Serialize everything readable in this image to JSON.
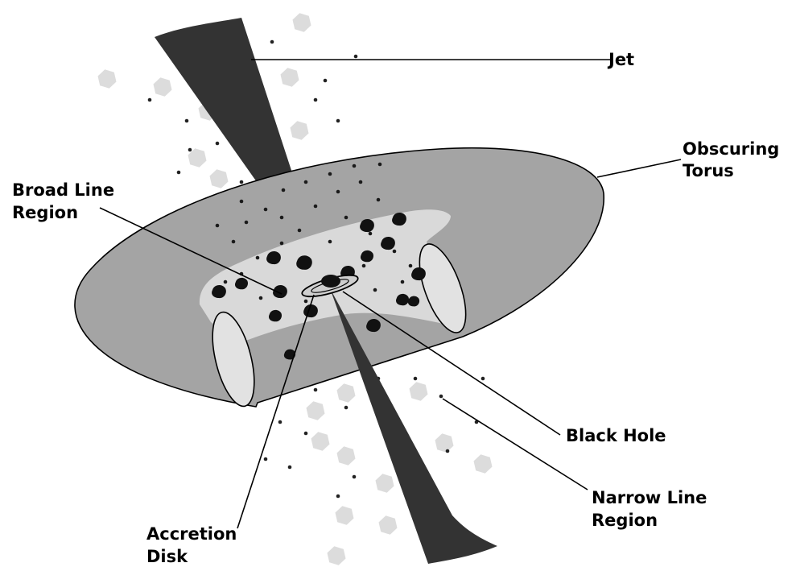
{
  "labels": {
    "jet": "Jet",
    "torus_line1": "Obscuring",
    "torus_line2": "Torus",
    "blr_line1": "Broad Line",
    "blr_line2": "Region",
    "black_hole": "Black Hole",
    "nlr_line1": "Narrow Line",
    "nlr_line2": "Region",
    "disk_line1": "Accretion",
    "disk_line2": "Disk"
  },
  "colors": {
    "torus": "#a4a4a4",
    "torus_inner": "#d9d9d9",
    "jet": "#333333",
    "clouds": "#111111",
    "narrow_clouds": "#dcdcdc",
    "background": "#ffffff"
  }
}
